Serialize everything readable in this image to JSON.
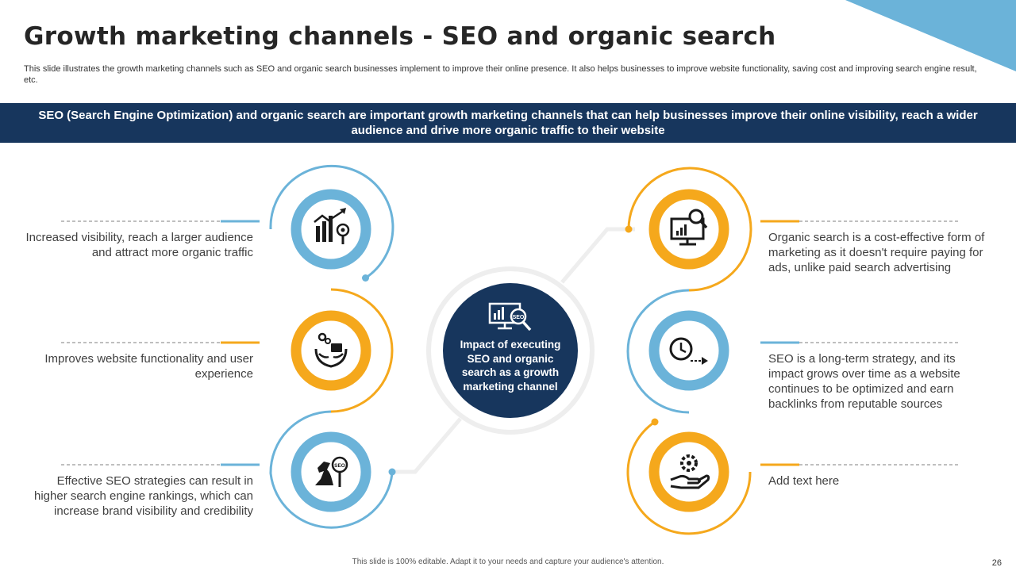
{
  "slide": {
    "title": "Growth marketing channels - SEO and organic search",
    "subtitle": "This slide illustrates the growth marketing channels such as SEO and organic search businesses implement to improve their online presence. It also helps businesses to improve website functionality, saving cost and improving search engine result, etc.",
    "banner": "SEO (Search Engine Optimization) and organic search are important growth marketing channels that can help businesses improve their online visibility, reach a wider audience and drive more organic traffic to their website"
  },
  "center": {
    "text": "Impact of executing SEO and organic search as a growth marketing channel",
    "icon": "seo-analytics-icon",
    "icon_label": "SEO"
  },
  "left_items": [
    {
      "text": "Increased visibility, reach a larger audience and attract more organic traffic",
      "icon": "growth-chart-eye-icon",
      "color": "#6bb3d9"
    },
    {
      "text": "Improves website functionality and user experience",
      "icon": "hands-gears-icon",
      "color": "#f5a81c"
    },
    {
      "text": "Effective SEO strategies can result in higher search engine rankings, which can increase brand visibility and credibility",
      "icon": "chess-knight-seo-icon",
      "icon_label": "SEO",
      "color": "#6bb3d9"
    }
  ],
  "right_items": [
    {
      "text": "Organic search is a cost-effective form of marketing as it doesn't require paying for ads, unlike paid search advertising",
      "icon": "monitor-search-icon",
      "color": "#f5a81c"
    },
    {
      "text": "SEO is a long-term strategy, and its impact grows over time as a website continues to be optimized and earn backlinks from reputable sources",
      "icon": "clock-arrow-icon",
      "color": "#6bb3d9"
    },
    {
      "text": "Add text here",
      "icon": "hand-gear-icon",
      "color": "#f5a81c"
    }
  ],
  "footer": {
    "note": "This slide is 100% editable. Adapt it to your needs and capture your audience's attention.",
    "page_number": "26"
  },
  "colors": {
    "navy": "#17365d",
    "blue": "#6bb3d9",
    "orange": "#f5a81c",
    "corner": "#6bb3d9",
    "connector": "#eeeeee"
  }
}
